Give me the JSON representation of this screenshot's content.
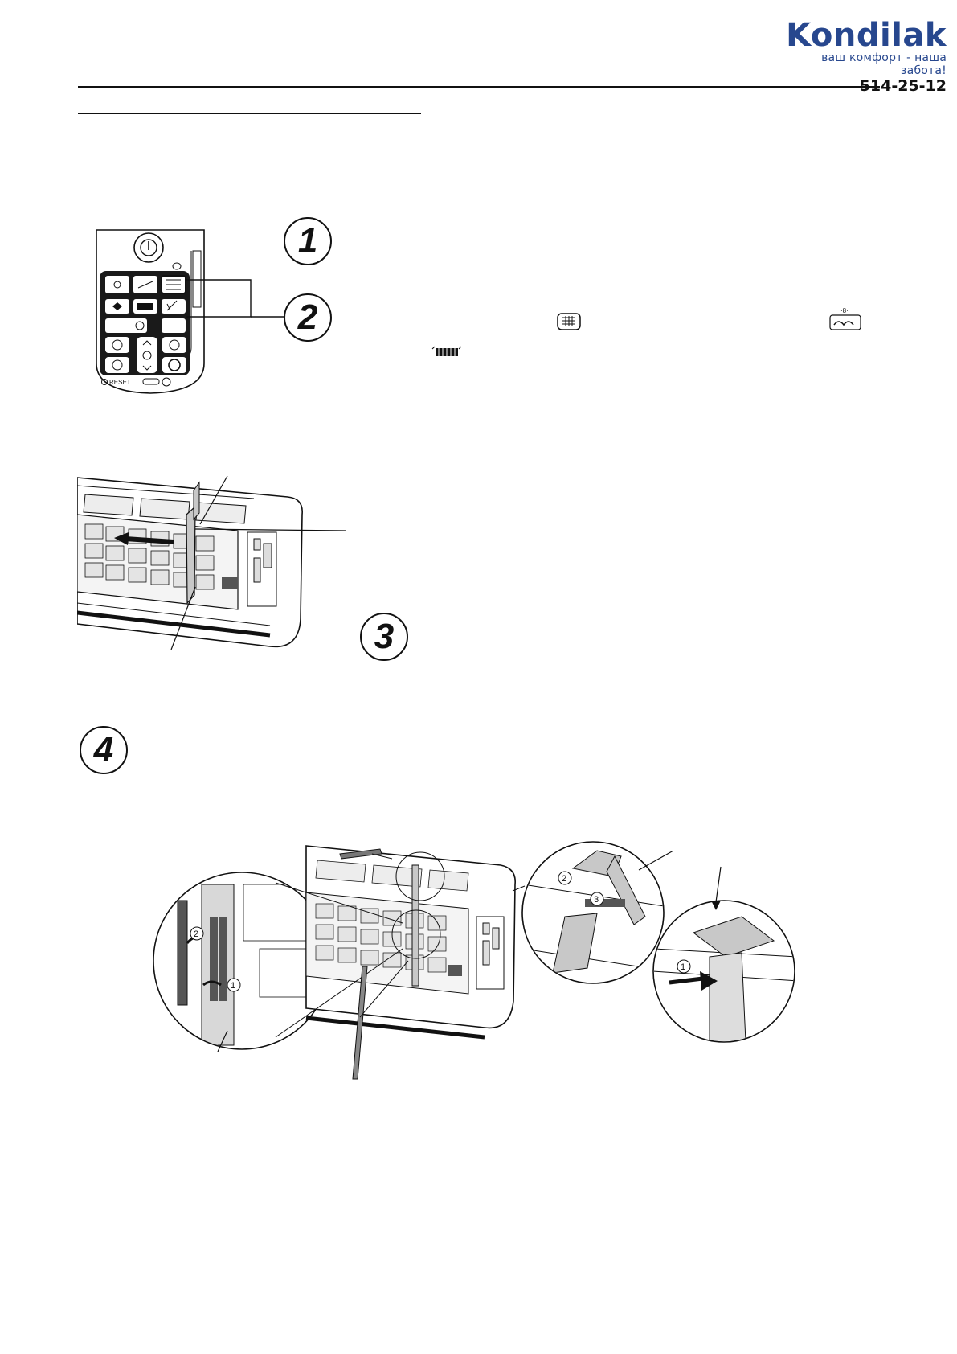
{
  "header": {
    "brand_name": "Kondilak",
    "tagline": "ваш комфорт - наша забота!",
    "phone": "514-25-12",
    "brand_color": "#27478e"
  },
  "steps": [
    "1",
    "2",
    "3",
    "4"
  ],
  "remote": {
    "reset_label": "RESET"
  },
  "inline_icons": [
    "filter-cleaning-icon",
    "self-clean-icon",
    "filter-grid-icon"
  ],
  "callouts": {
    "circle_1": "1",
    "circle_2": "2",
    "circle_3": "3"
  }
}
